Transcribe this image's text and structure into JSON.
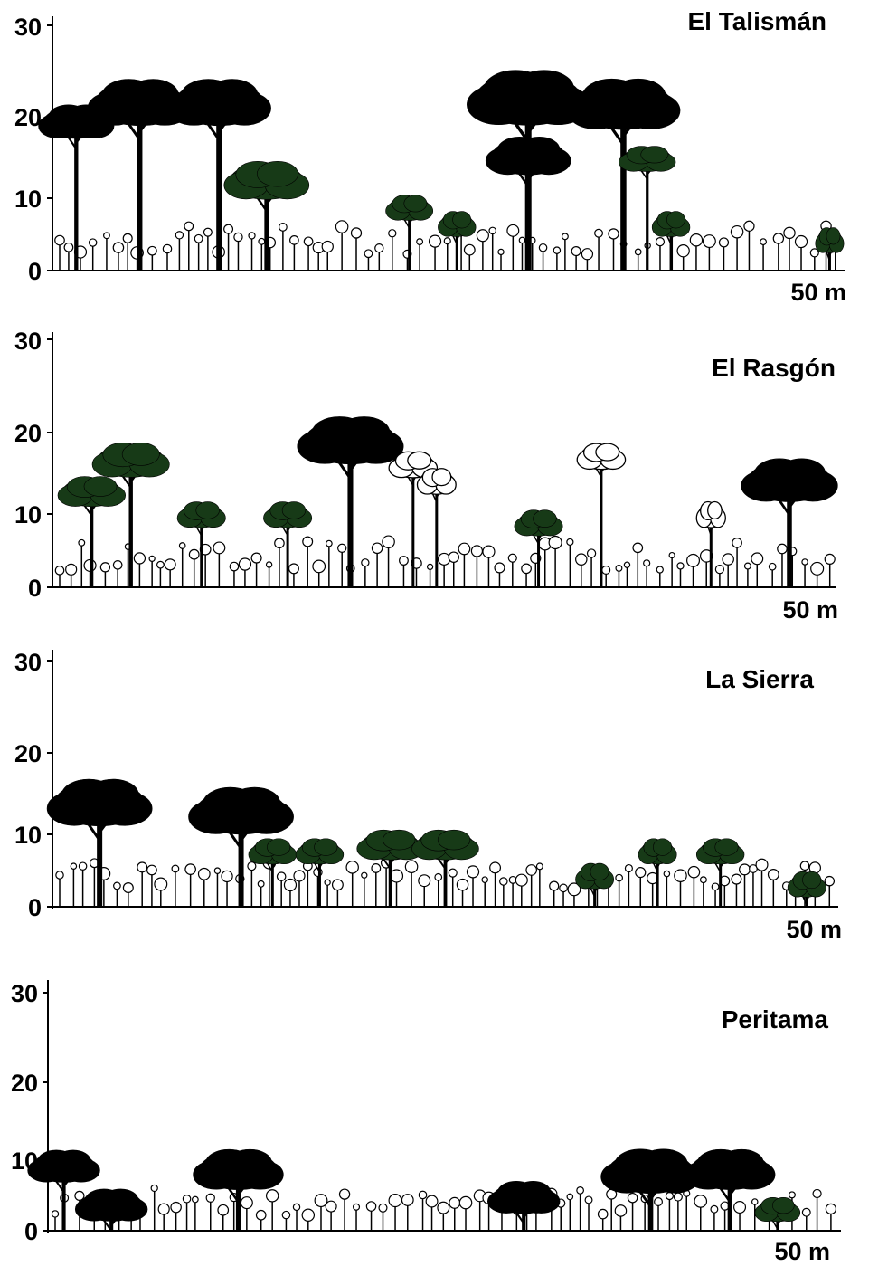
{
  "panels": [
    {
      "title": "El Talismán",
      "y_ticks": [
        "30",
        "20",
        "10",
        "0"
      ],
      "scale_label": "50 m",
      "canopy_trees": [
        {
          "x": 3,
          "h": 20,
          "crown": 8,
          "color": "black"
        },
        {
          "x": 11,
          "h": 23,
          "crown": 11,
          "color": "black"
        },
        {
          "x": 21,
          "h": 23,
          "crown": 11,
          "color": "black"
        },
        {
          "x": 27,
          "h": 13,
          "crown": 9,
          "color": "darkgreen"
        },
        {
          "x": 45,
          "h": 9,
          "crown": 5,
          "color": "darkgreen"
        },
        {
          "x": 51,
          "h": 7,
          "crown": 4,
          "color": "darkgreen"
        },
        {
          "x": 60,
          "h": 24,
          "crown": 13,
          "color": "black"
        },
        {
          "x": 60,
          "h": 16,
          "crown": 9,
          "color": "black"
        },
        {
          "x": 72,
          "h": 23,
          "crown": 12,
          "color": "black"
        },
        {
          "x": 75,
          "h": 15,
          "crown": 6,
          "color": "darkgreen"
        },
        {
          "x": 78,
          "h": 7,
          "crown": 4,
          "color": "darkgreen"
        },
        {
          "x": 98,
          "h": 5,
          "crown": 3,
          "color": "darkgreen"
        }
      ]
    },
    {
      "title": "El Rasgón",
      "y_ticks": [
        "30",
        "20",
        "10",
        "0"
      ],
      "scale_label": "50 m",
      "canopy_trees": [
        {
          "x": 5,
          "h": 13,
          "crown": 7,
          "color": "darkgreen"
        },
        {
          "x": 10,
          "h": 17,
          "crown": 8,
          "color": "darkgreen"
        },
        {
          "x": 19,
          "h": 10,
          "crown": 5,
          "color": "darkgreen"
        },
        {
          "x": 30,
          "h": 10,
          "crown": 5,
          "color": "darkgreen"
        },
        {
          "x": 38,
          "h": 20,
          "crown": 11,
          "color": "black"
        },
        {
          "x": 46,
          "h": 16,
          "crown": 5,
          "color": "white"
        },
        {
          "x": 49,
          "h": 14,
          "crown": 4,
          "color": "white"
        },
        {
          "x": 62,
          "h": 9,
          "crown": 5,
          "color": "darkgreen"
        },
        {
          "x": 70,
          "h": 17,
          "crown": 5,
          "color": "white"
        },
        {
          "x": 84,
          "h": 10,
          "crown": 3,
          "color": "white"
        },
        {
          "x": 94,
          "h": 15,
          "crown": 10,
          "color": "black"
        }
      ]
    },
    {
      "title": "La Sierra",
      "y_ticks": [
        "30",
        "20",
        "10",
        "0"
      ],
      "scale_label": "50 m",
      "canopy_trees": [
        {
          "x": 6,
          "h": 15,
          "crown": 11,
          "color": "black"
        },
        {
          "x": 24,
          "h": 14,
          "crown": 11,
          "color": "black"
        },
        {
          "x": 28,
          "h": 8,
          "crown": 5,
          "color": "darkgreen"
        },
        {
          "x": 34,
          "h": 8,
          "crown": 5,
          "color": "darkgreen"
        },
        {
          "x": 43,
          "h": 9,
          "crown": 7,
          "color": "darkgreen"
        },
        {
          "x": 50,
          "h": 9,
          "crown": 7,
          "color": "darkgreen"
        },
        {
          "x": 69,
          "h": 5,
          "crown": 4,
          "color": "darkgreen"
        },
        {
          "x": 77,
          "h": 8,
          "crown": 4,
          "color": "darkgreen"
        },
        {
          "x": 85,
          "h": 8,
          "crown": 5,
          "color": "darkgreen"
        },
        {
          "x": 96,
          "h": 4,
          "crown": 4,
          "color": "darkgreen"
        }
      ]
    },
    {
      "title": "Peritama",
      "y_ticks": [
        "30",
        "20",
        "10",
        "0"
      ],
      "scale_label": "50 m",
      "canopy_trees": [
        {
          "x": 2,
          "h": 10,
          "crown": 8,
          "color": "black"
        },
        {
          "x": 8,
          "h": 5,
          "crown": 8,
          "color": "black"
        },
        {
          "x": 24,
          "h": 10,
          "crown": 10,
          "color": "black"
        },
        {
          "x": 60,
          "h": 6,
          "crown": 8,
          "color": "black"
        },
        {
          "x": 76,
          "h": 10,
          "crown": 11,
          "color": "black"
        },
        {
          "x": 86,
          "h": 10,
          "crown": 10,
          "color": "black"
        },
        {
          "x": 92,
          "h": 4,
          "crown": 5,
          "color": "darkgreen"
        }
      ]
    }
  ]
}
